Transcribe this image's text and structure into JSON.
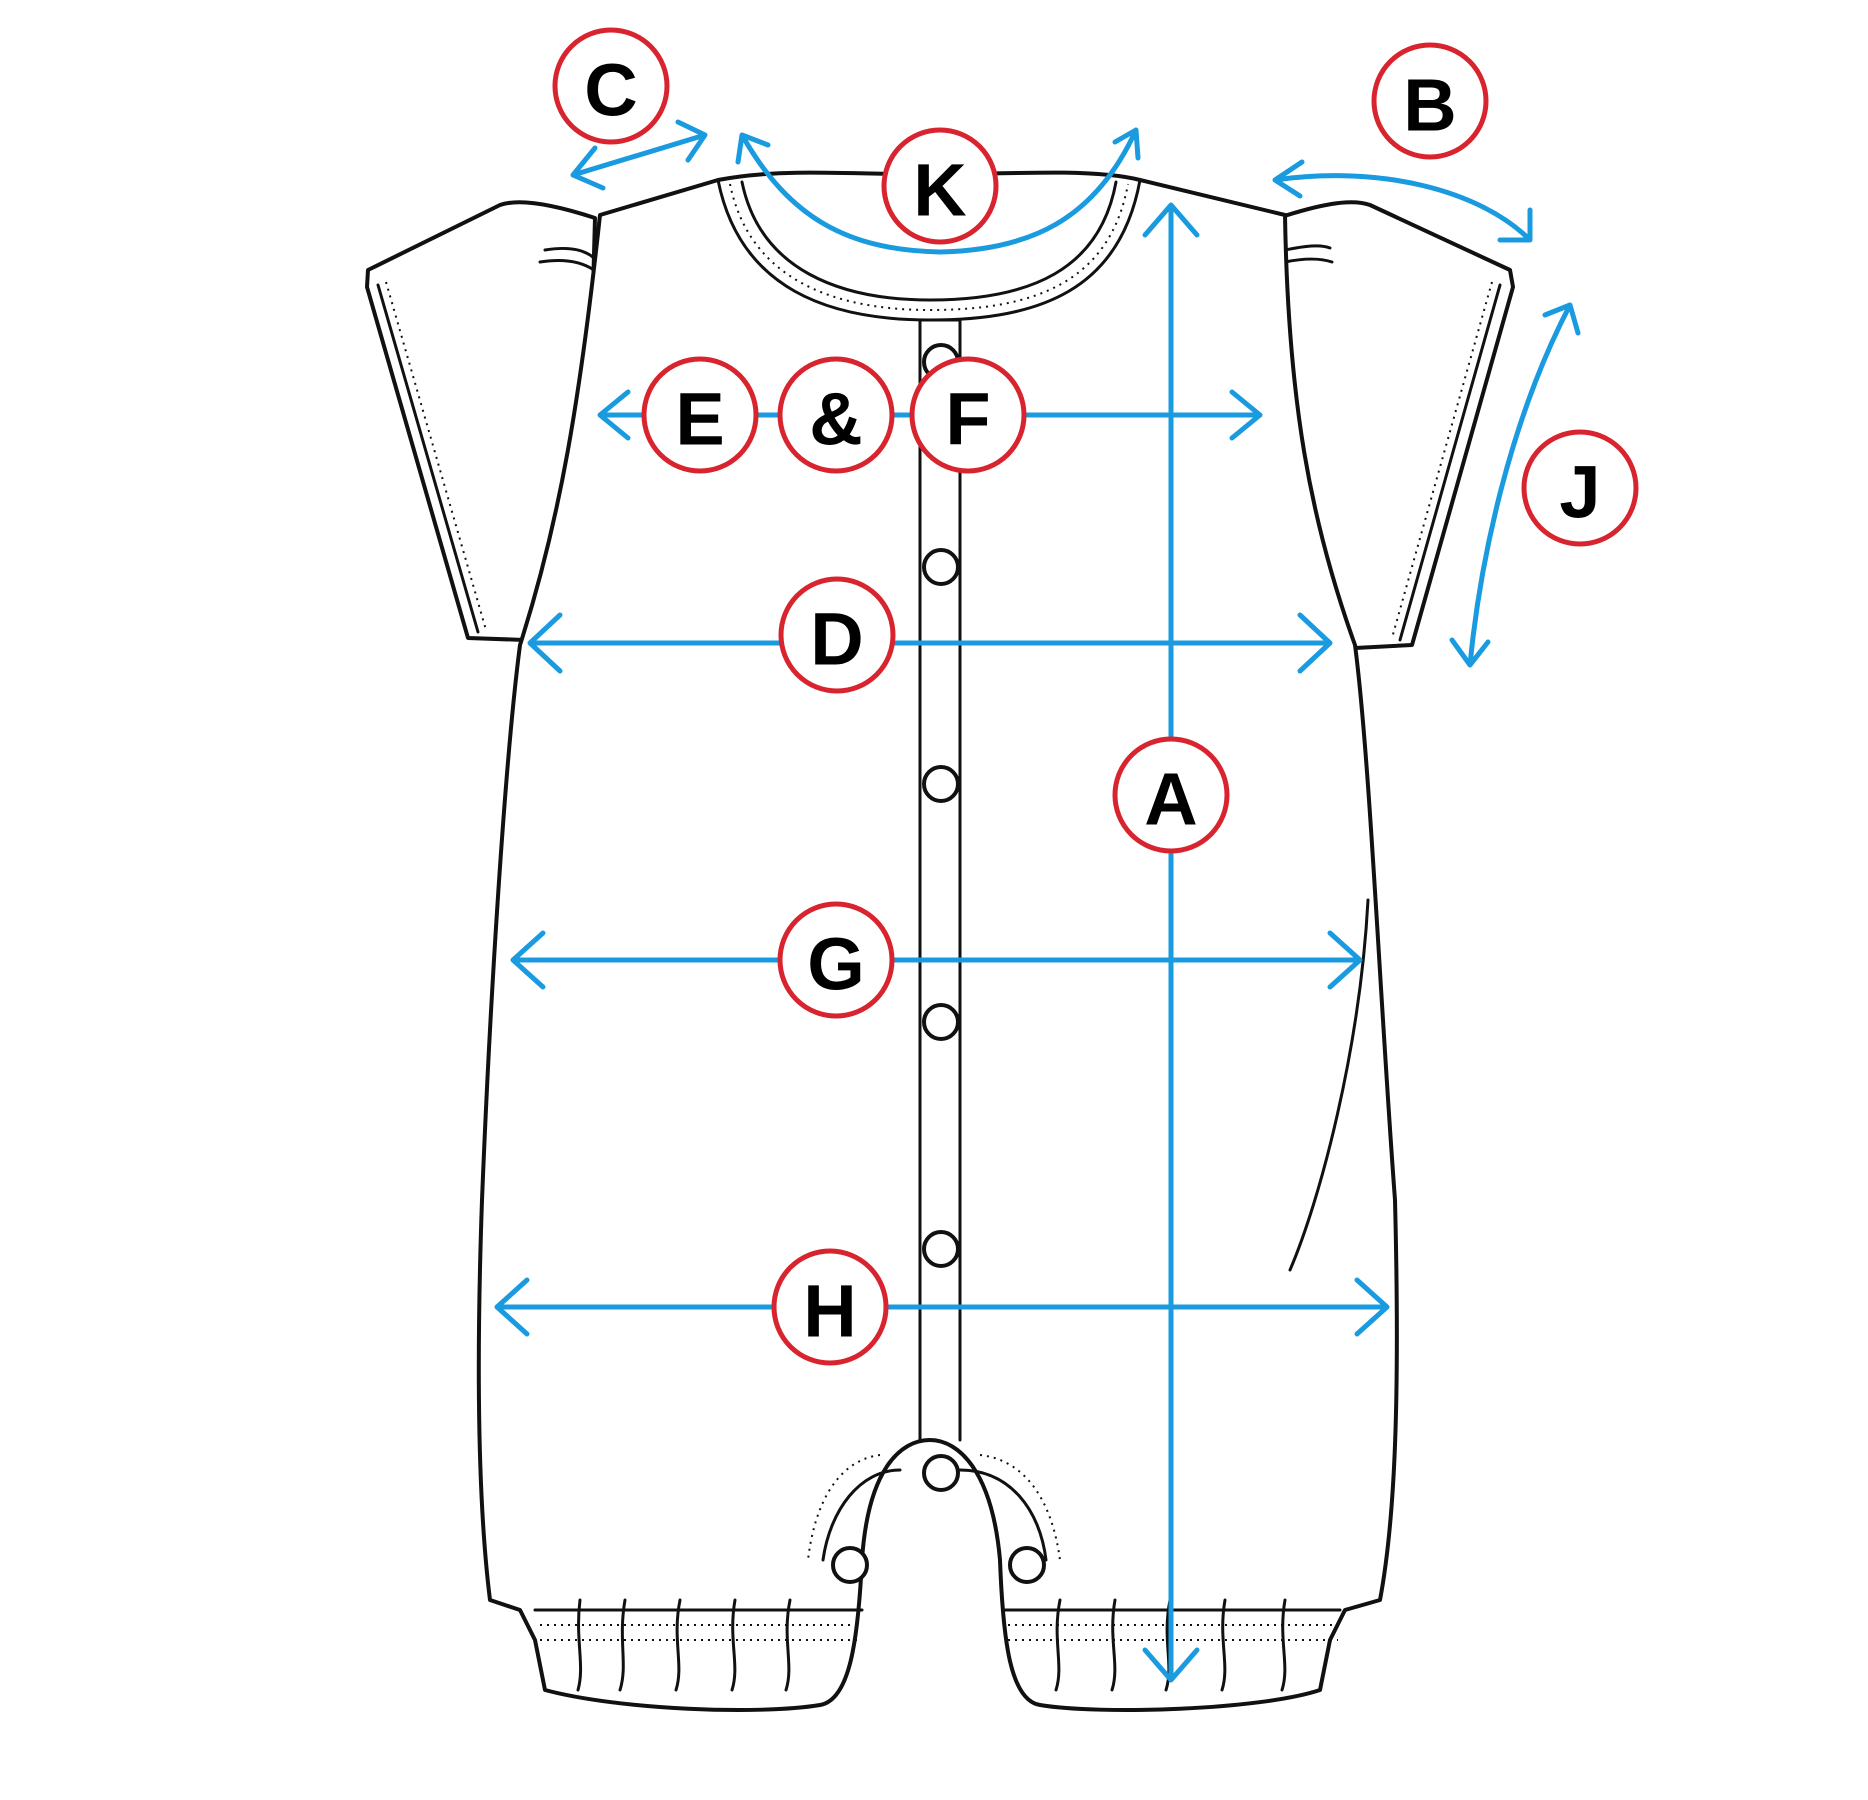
{
  "labels": {
    "a": "A",
    "b": "B",
    "c": "C",
    "d": "D",
    "e": "E",
    "ampersand": "&",
    "f": "F",
    "g": "G",
    "h": "H",
    "j": "J",
    "k": "K"
  },
  "colors": {
    "arrow": "#1a9be0",
    "badge_ring": "#d8242e",
    "outline": "#111111",
    "background": "#ffffff"
  }
}
